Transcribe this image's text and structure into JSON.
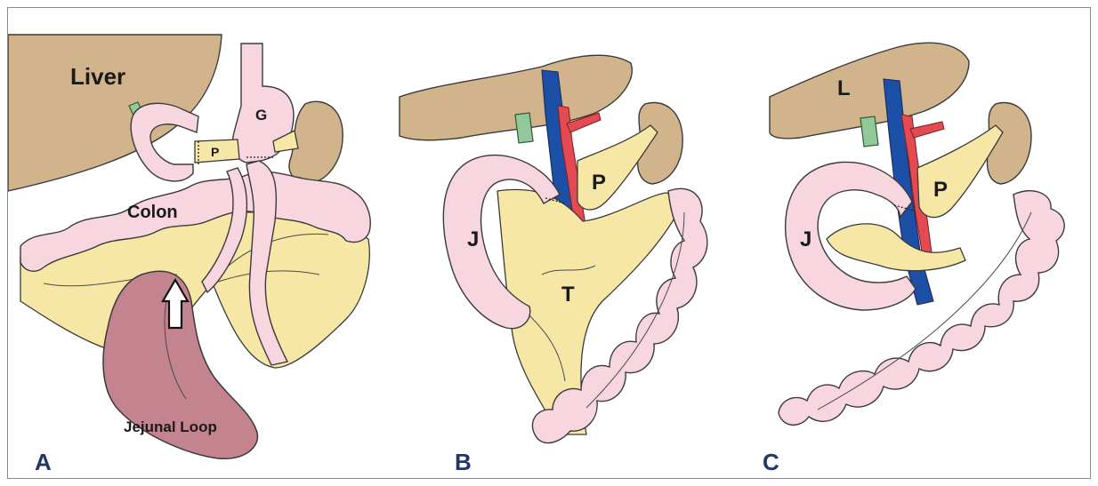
{
  "panels": [
    {
      "letter": "A",
      "labels": {
        "liver": "Liver",
        "stomach": "G",
        "pancreas": "P",
        "colon": "Colon",
        "jejunal_loop": "Jejunal Loop"
      }
    },
    {
      "letter": "B",
      "labels": {
        "jejunum": "J",
        "pancreas": "P",
        "treitz": "T"
      }
    },
    {
      "letter": "C",
      "labels": {
        "liver": "L",
        "jejunum": "J",
        "pancreas": "P"
      }
    }
  ],
  "colors": {
    "liver": "#d2b48c",
    "bowel": "#f7d6e0",
    "mesentery": "#f7e7a6",
    "jejunal_loop": "#c4848f",
    "vein": "#1c4fa6",
    "artery": "#e34a52",
    "bile_duct": "#93c99a",
    "panel_letter": "#1f3864"
  }
}
